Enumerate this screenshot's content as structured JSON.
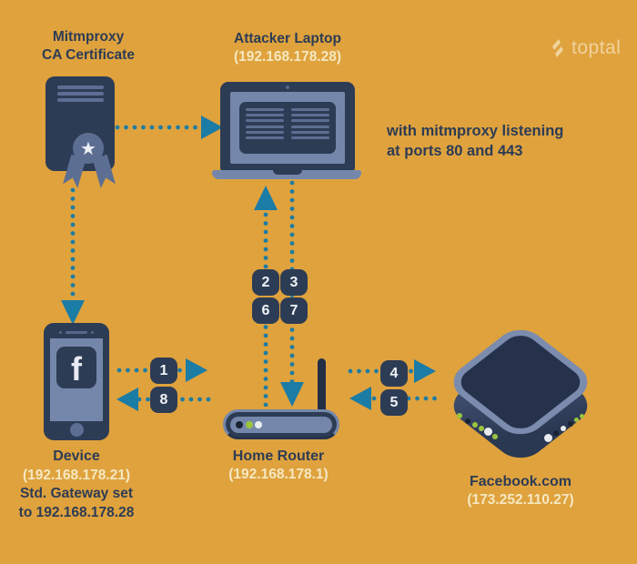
{
  "brand": {
    "name": "toptal"
  },
  "colors": {
    "background": "#dfa23d",
    "navy": "#2d3c55",
    "panel_light": "#7487ab",
    "accent_light": "#5d6e93",
    "teal_arrow": "#1b7ca5",
    "cream_text": "#f5e8c1",
    "led_green": "#9bc53d",
    "led_black": "#1a2333",
    "led_white": "#e9ecef"
  },
  "labels": {
    "ca_cert": {
      "line1": "Mitmproxy",
      "line2": "CA Certificate"
    },
    "attacker": {
      "name": "Attacker Laptop",
      "ip": "(192.168.178.28)"
    },
    "note": {
      "line1": "with mitmproxy listening",
      "line2": "at ports 80 and 443"
    },
    "device": {
      "name": "Device",
      "ip": "(192.168.178.21)",
      "gw1": "Std. Gateway set",
      "gw2": "to 192.168.178.28"
    },
    "router": {
      "name": "Home Router",
      "ip": "(192.168.178.1)"
    },
    "facebook": {
      "name": "Facebook.com",
      "ip": "(173.252.110.27)"
    }
  },
  "icons": {
    "star": "★",
    "facebook_f": "f"
  },
  "steps": [
    "1",
    "2",
    "3",
    "4",
    "5",
    "6",
    "7",
    "8"
  ]
}
